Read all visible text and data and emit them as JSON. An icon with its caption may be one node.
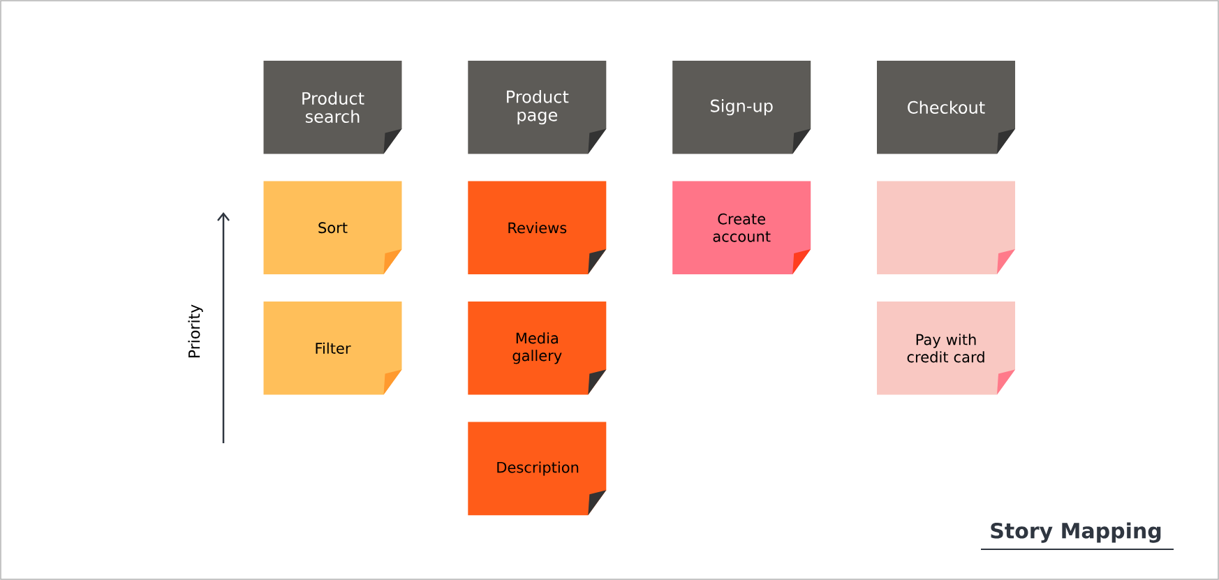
{
  "diagram": {
    "title": "Story Mapping",
    "nodes": [
      {
        "text": [
          "Product search"
        ]
      },
      {
        "text": [
          "Product page"
        ]
      },
      {
        "text": [
          "Sign-up"
        ]
      },
      {
        "text": [
          "Checkout"
        ]
      },
      {
        "text": [
          "Sort"
        ]
      },
      {
        "text": [
          "Reviews"
        ]
      },
      {
        "text": [
          "Create account"
        ]
      },
      {
        "text": [],
        "shape": "box"
      },
      {
        "text": [
          "Filter"
        ]
      },
      {
        "text": [
          "Media gallery"
        ]
      },
      {
        "text": [
          "Pay with credit card"
        ]
      },
      {
        "text": [
          "Description"
        ]
      }
    ],
    "edges": [],
    "labels": [
      "Priority"
    ]
  }
}
